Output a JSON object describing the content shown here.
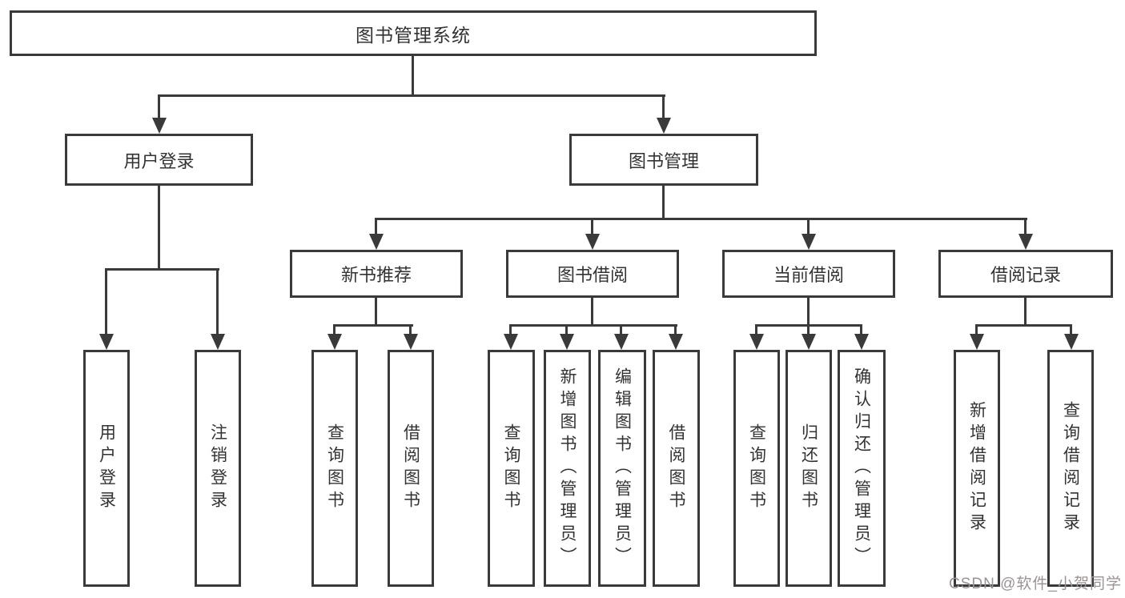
{
  "diagram_type": "functional-structure-tree",
  "tree": {
    "root": {
      "label": "图书管理系统",
      "children": [
        {
          "label": "用户登录",
          "children": [
            {
              "label": "用户登录"
            },
            {
              "label": "注销登录"
            }
          ]
        },
        {
          "label": "图书管理",
          "children": [
            {
              "label": "新书推荐",
              "children": [
                {
                  "label": "查询图书"
                },
                {
                  "label": "借阅图书"
                }
              ]
            },
            {
              "label": "图书借阅",
              "children": [
                {
                  "label": "查询图书"
                },
                {
                  "label": "新增图书（管理员）"
                },
                {
                  "label": "编辑图书（管理员）"
                },
                {
                  "label": "借阅图书"
                }
              ]
            },
            {
              "label": "当前借阅",
              "children": [
                {
                  "label": "查询图书"
                },
                {
                  "label": "归还图书"
                },
                {
                  "label": "确认归还（管理员）"
                }
              ]
            },
            {
              "label": "借阅记录",
              "children": [
                {
                  "label": "新增借阅记录"
                },
                {
                  "label": "查询借阅记录"
                }
              ]
            }
          ]
        }
      ]
    }
  },
  "watermark": {
    "text": "CSDN @软件_小贺同学"
  },
  "colors": {
    "line": "#3a3a3a",
    "box_border": "#3a3a3a",
    "text": "#333333",
    "background": "#ffffff",
    "watermark": "#9b9393"
  }
}
